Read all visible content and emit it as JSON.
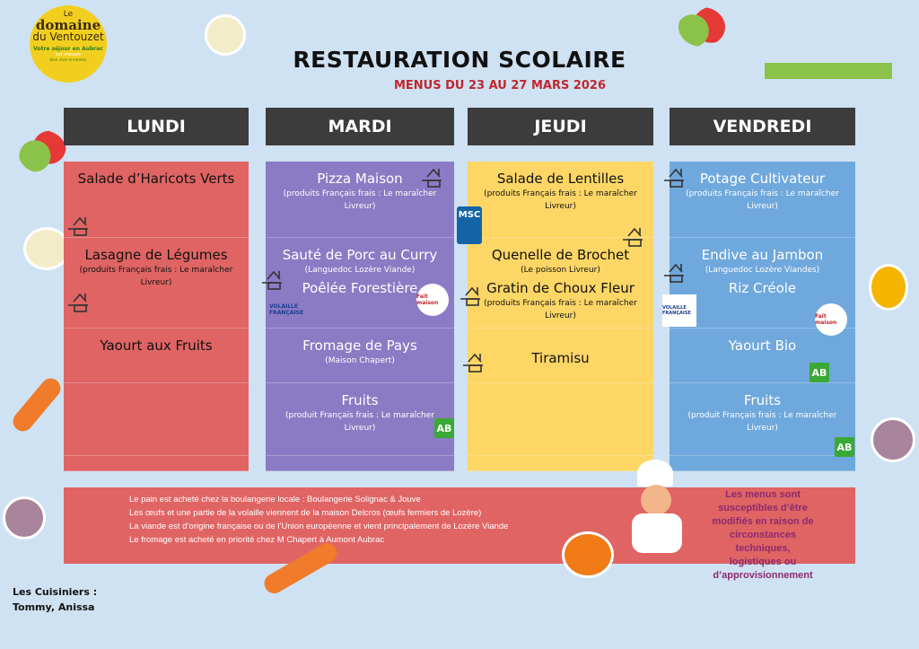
{
  "logo": {
    "line1": "Le",
    "line2": "domaine",
    "line3": "du Ventouzet",
    "line4": "Votre séjour en Aubrac",
    "line5": "sur mesure",
    "line6": "bien vivre ensemble"
  },
  "header": {
    "title": "RESTAURATION SCOLAIRE",
    "subtitle": "MENUS DU 23 AU 27 MARS 2026"
  },
  "colors": {
    "lundi": "#e06464",
    "mardi": "#8b7bc4",
    "jeudi": "#fdd666",
    "vendredi": "#6fa8dc",
    "header": "#3c3c3c",
    "background": "#cfe2f3"
  },
  "days": [
    {
      "name": "LUNDI",
      "rows": [
        [
          {
            "title": "Salade d’Haricots Verts",
            "sub": ""
          }
        ],
        [
          {
            "title": "Lasagne de Légumes",
            "sub": "(produits Français frais : Le maraîcher Livreur)"
          }
        ],
        [
          {
            "title": "Yaourt aux Fruits",
            "sub": ""
          }
        ],
        []
      ]
    },
    {
      "name": "MARDI",
      "rows": [
        [
          {
            "title": "Pizza Maison",
            "sub": "(produits Français frais : Le maraîcher Livreur)"
          }
        ],
        [
          {
            "title": "Sauté de Porc au Curry",
            "sub": "(Languedoc Lozère Viande)"
          },
          {
            "title": "Poêlée Forestière",
            "sub": ""
          }
        ],
        [
          {
            "title": "Fromage de Pays",
            "sub": "(Maison Chapert)"
          }
        ],
        [
          {
            "title": "Fruits",
            "sub": "(produit Français frais : Le maraîcher Livreur)"
          }
        ]
      ]
    },
    {
      "name": "JEUDI",
      "rows": [
        [
          {
            "title": "Salade de Lentilles",
            "sub": "(produits Français frais : Le maraîcher Livreur)"
          }
        ],
        [
          {
            "title": "Quenelle de Brochet",
            "sub": "(Le poisson Livreur)"
          },
          {
            "title": "Gratin de Choux Fleur",
            "sub": "(produits Français frais : Le maraîcher Livreur)"
          }
        ],
        [
          {
            "title": "Tiramisu",
            "sub": ""
          }
        ],
        []
      ]
    },
    {
      "name": "VENDREDI",
      "rows": [
        [
          {
            "title": "Potage Cultivateur",
            "sub": "(produits Français frais : Le maraîcher Livreur)"
          }
        ],
        [
          {
            "title": "Endive au Jambon",
            "sub": "(Languedoc Lozère Viandes)"
          },
          {
            "title": "Riz Créole",
            "sub": ""
          }
        ],
        [
          {
            "title": "Yaourt Bio",
            "sub": ""
          }
        ],
        [
          {
            "title": "Fruits",
            "sub": "(produit Français frais : Le maraîcher Livreur)"
          }
        ]
      ]
    }
  ],
  "badges": {
    "msc": "MSC",
    "ab": "AB",
    "volaille": "VOLAILLE FRANÇAISE",
    "fait_maison": "Fait maison"
  },
  "icons": [
    "house-icon",
    "msc-label-icon",
    "ab-organic-icon",
    "fait-maison-icon",
    "volaille-francaise-icon",
    "chef-illustration",
    "vegetable-illustrations"
  ],
  "footer": {
    "notes": [
      "Le pain est acheté chez la boulangerie locale : Boulangerie Solignac & Jouve",
      "Les œufs et une partie de la volaille  viennent de la maison Delcros (œufs fermiers de Lozère)",
      "La viande est d’origine française ou de l’Union européenne et vient principalement de Lozère Viande",
      "Le fromage est acheté en priorité chez M Chapert à Aumont Aubrac"
    ],
    "disclaimer": "Les menus sont susceptibles d’être modifiés en raison de circonstances techniques, logistiques ou d’approvisionnement"
  },
  "cooks": {
    "label": "Les Cuisiniers :",
    "names": "Tommy, Anissa"
  }
}
